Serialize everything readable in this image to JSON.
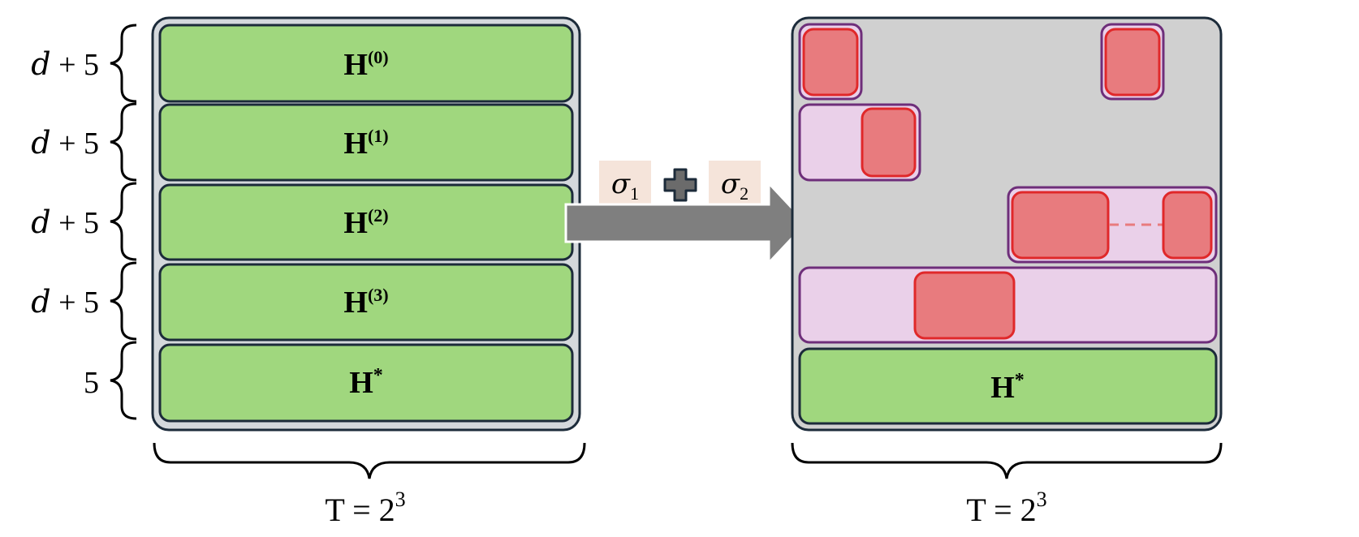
{
  "left_panel": {
    "row_labels": [
      {
        "var": "d",
        "rest": " + 5"
      },
      {
        "var": "d",
        "rest": " + 5"
      },
      {
        "var": "d",
        "rest": " + 5"
      },
      {
        "var": "d",
        "rest": " + 5"
      },
      {
        "var": "",
        "rest": "5"
      }
    ],
    "blocks": [
      {
        "base": "H",
        "sup": "(0)"
      },
      {
        "base": "H",
        "sup": "(1)"
      },
      {
        "base": "H",
        "sup": "(2)"
      },
      {
        "base": "H",
        "sup": "(3)"
      },
      {
        "base": "H",
        "sup": "*"
      }
    ],
    "bottom_label": {
      "text": "T = 2",
      "sup": "3"
    }
  },
  "transform": {
    "sigma1": {
      "symbol": "σ",
      "sub": "1"
    },
    "sigma2": {
      "symbol": "σ",
      "sub": "2"
    },
    "plus_symbol": "plus"
  },
  "right_panel": {
    "last_block": {
      "base": "H",
      "sup": "*"
    },
    "bottom_label": {
      "text": "T = 2",
      "sup": "3"
    }
  },
  "colors": {
    "green": "#a0d77e",
    "dark_outline": "#1c2b3a",
    "gray_bg": "#d0d0d0",
    "lavender": "#ead0e9",
    "purple_border": "#6e2e7a",
    "red_fill": "#e87b7e",
    "red_border": "#e0282a",
    "arrow_gray": "#7f7f7f",
    "sigma_bg": "#f5e4da"
  }
}
